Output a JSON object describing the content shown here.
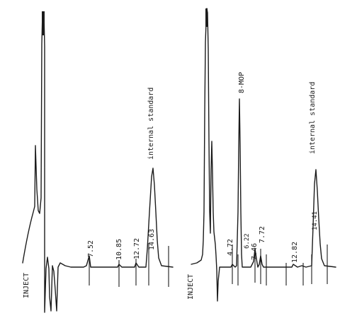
{
  "chart_data": [
    {
      "type": "line",
      "inject_label": "INJECT",
      "peak_labels": [
        {
          "text": "7.52",
          "time": 7.52
        },
        {
          "text": "10.85",
          "time": 10.85
        },
        {
          "text": "12.72",
          "time": 12.72
        },
        {
          "text": "14.63",
          "time": 14.63
        }
      ],
      "annotations": [
        {
          "text": "internal standard",
          "peak": "14.63"
        }
      ]
    },
    {
      "type": "line",
      "inject_label": "INJECT",
      "peak_labels": [
        {
          "text": "4.72",
          "time": 4.72
        },
        {
          "text": "6.22",
          "time": 6.22
        },
        {
          "text": "7.46",
          "time": 7.46
        },
        {
          "text": "7.72",
          "time": 7.72
        },
        {
          "text": "12.82",
          "time": 12.82
        },
        {
          "text": "14.41",
          "time": 14.41
        }
      ],
      "annotations": [
        {
          "text": "8-MOP",
          "peak": "6.22"
        },
        {
          "text": "internal standard",
          "peak": "14.41"
        }
      ]
    }
  ]
}
